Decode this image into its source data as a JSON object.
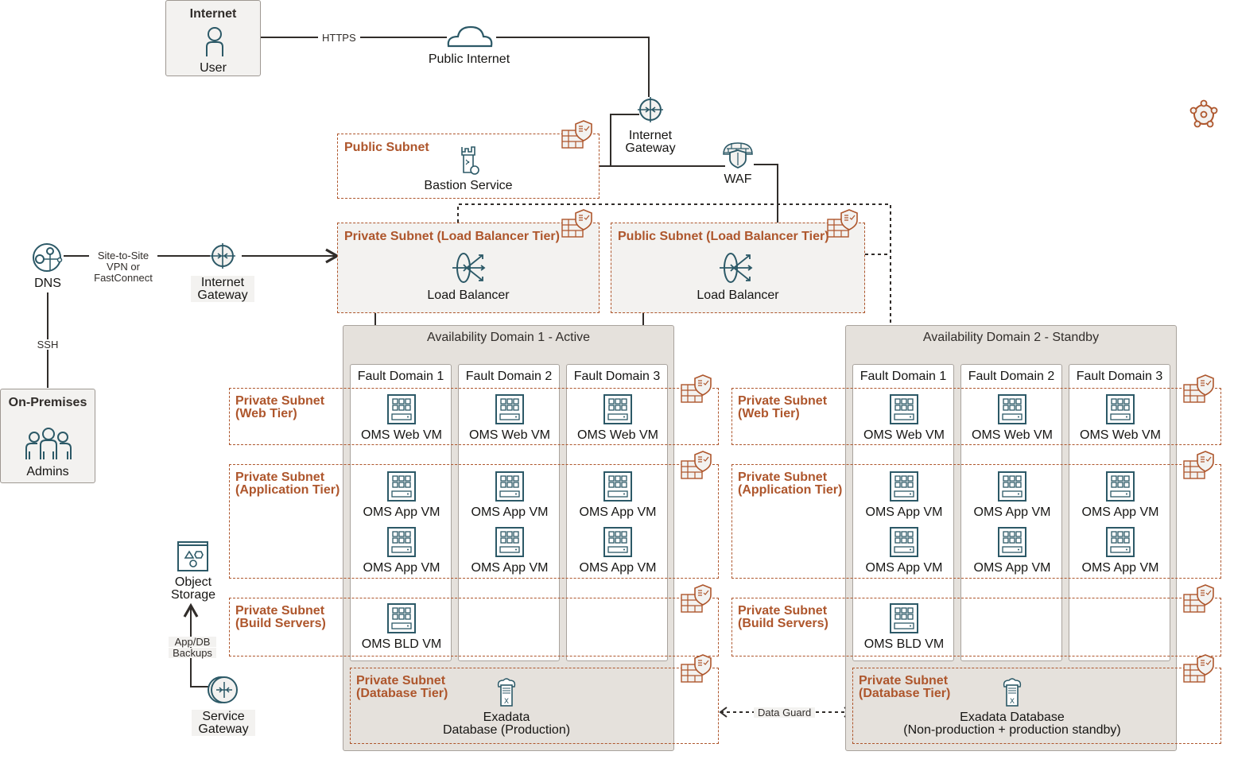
{
  "colors": {
    "accent_orange": "#ae562c",
    "icon_teal": "#2c5967",
    "line_dark": "#312d2a",
    "region_bg": "#f3f2f0",
    "ad_bg": "#e5e1dc"
  },
  "internet": {
    "title": "Internet",
    "user_label": "User"
  },
  "connections": {
    "https": "HTTPS",
    "public_internet": "Public Internet",
    "site_to_site": [
      "Site-to-Site",
      "VPN or",
      "FastConnect"
    ],
    "ssh": "SSH",
    "backups": [
      "App/DB",
      "Backups"
    ],
    "data_guard": "Data Guard"
  },
  "dns": {
    "label": "DNS"
  },
  "on_premises": {
    "title": "On-Premises",
    "admins_label": "Admins"
  },
  "region": {
    "title": "OCI Region"
  },
  "vcn": {
    "title": "Prod VCN"
  },
  "gateways": {
    "internet_top": [
      "Internet",
      "Gateway"
    ],
    "internet_left": [
      "Internet",
      "Gateway"
    ],
    "service": [
      "Service",
      "Gateway"
    ]
  },
  "waf": {
    "label": "WAF"
  },
  "object_storage": {
    "label": [
      "Object",
      "Storage"
    ]
  },
  "subnets": {
    "public_bastion": {
      "title": "Public Subnet",
      "service": "Bastion Service"
    },
    "private_lb": {
      "title": "Private Subnet (Load Balancer Tier)",
      "service": "Load Balancer"
    },
    "public_lb": {
      "title": "Public Subnet (Load Balancer Tier)",
      "service": "Load Balancer"
    },
    "web": [
      "Private Subnet",
      "(Web Tier)"
    ],
    "app": [
      "Private Subnet",
      "(Application Tier)"
    ],
    "build": [
      "Private Subnet",
      "(Build Servers)"
    ],
    "db": [
      "Private Subnet",
      "(Database Tier)"
    ]
  },
  "availability_domains": [
    {
      "title": "Availability Domain 1 - Active",
      "fault_domains": [
        "Fault Domain 1",
        "Fault Domain 2",
        "Fault Domain 3"
      ],
      "database": [
        "Exadata",
        "Database (Production)"
      ]
    },
    {
      "title": "Availability Domain 2 - Standby",
      "fault_domains": [
        "Fault Domain 1",
        "Fault Domain 2",
        "Fault Domain 3"
      ],
      "database": [
        "Exadata Database",
        "(Non-production + production standby)"
      ]
    }
  ],
  "vm_labels": {
    "web": "OMS Web VM",
    "app": "OMS App VM",
    "build": "OMS BLD VM"
  }
}
